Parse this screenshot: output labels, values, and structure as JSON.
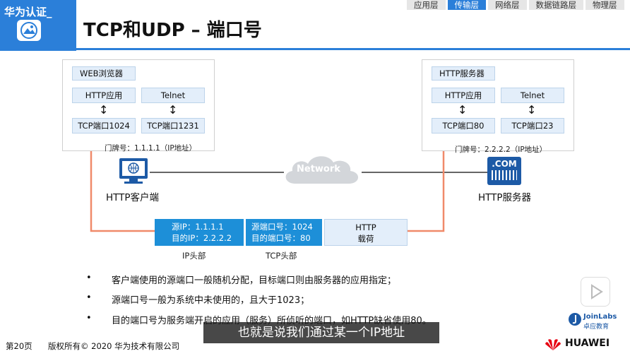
{
  "brand": {
    "text": "华为认证_"
  },
  "title": "TCP和UDP – 端口号",
  "layers": [
    {
      "label": "应用层",
      "active": false
    },
    {
      "label": "传输层",
      "active": true
    },
    {
      "label": "网络层",
      "active": false
    },
    {
      "label": "数据链路层",
      "active": false
    },
    {
      "label": "物理层",
      "active": false
    }
  ],
  "client": {
    "browser": "WEB浏览器",
    "http_app": "HTTP应用",
    "telnet": "Telnet",
    "port1": "TCP端口1024",
    "port2": "TCP端口1231",
    "door": "门牌号：1.1.1.1（IP地址）",
    "label": "HTTP客户端"
  },
  "server": {
    "title": "HTTP服务器",
    "http_app": "HTTP应用",
    "telnet": "Telnet",
    "port1": "TCP端口80",
    "port2": "TCP端口23",
    "door": "门牌号：2.2.2.2（IP地址）",
    "label": "HTTP服务器",
    "icon_text": ".COM"
  },
  "network": "Network",
  "packet": {
    "ip_src": "源IP：1.1.1.1",
    "ip_dst": "目的IP：2.2.2.2",
    "tcp_src": "源端口号：1024",
    "tcp_dst": "目的端口号：80",
    "http1": "HTTP",
    "http2": "载荷",
    "ip_label": "IP头部",
    "tcp_label": "TCP头部"
  },
  "bullets": [
    "客户端使用的源端口一般随机分配，目标端口则由服务器的应用指定；",
    "源端口号一般为系统中未使用的，且大于1023；",
    "目的端口号为服务端开启的应用（服务）所侦听的端口，如HTTP缺省使用80。"
  ],
  "footer": {
    "page": "第20页",
    "copyright": "版权所有© 2020 华为技术有限公司"
  },
  "subtitle": "也就是说我们通过某一个IP地址",
  "logos": {
    "joinlabs": "JoinLabs",
    "joinlabs_cn": "卓应教育",
    "huawei": "HUAWEI"
  },
  "colors": {
    "accent": "#2b7fd9",
    "header_blue": "#1d8fd8",
    "arrow": "#f08a6a"
  }
}
